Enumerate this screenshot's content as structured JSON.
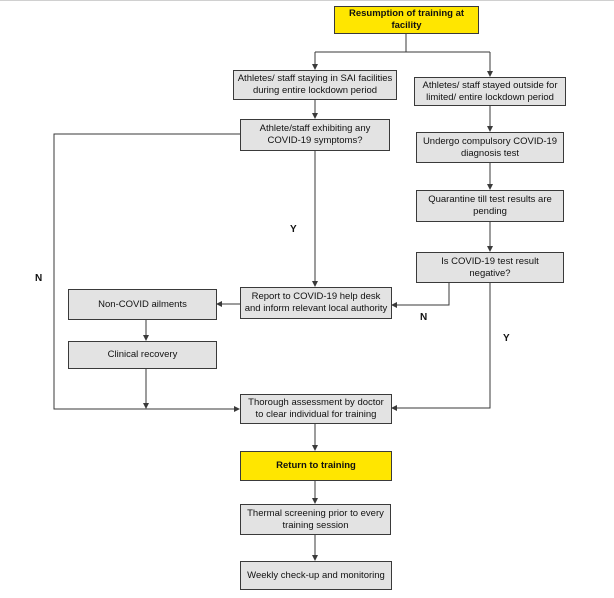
{
  "flowchart": {
    "nodes": {
      "start": "Resumption of training at facility",
      "in_sai": "Athletes/ staff staying in SAI facilities during entire lockdown period",
      "outside": "Athletes/ staff stayed outside for limited/ entire lockdown period",
      "symptoms": "Athlete/staff exhibiting any COVID-19 symptoms?",
      "test": "Undergo compulsory COVID-19 diagnosis test",
      "quarantine": "Quarantine till test results are pending",
      "negative": "Is COVID-19 test result negative?",
      "report": "Report to COVID-19 help desk and inform relevant local authority",
      "non_covid": "Non-COVID ailments",
      "recovery": "Clinical recovery",
      "assessment": "Thorough assessment by doctor to clear individual for training",
      "return": "Return to training",
      "thermal": "Thermal screening prior to every training session",
      "weekly": "Weekly check-up and monitoring"
    },
    "labels": {
      "symptoms_yes": "Y",
      "symptoms_no": "N",
      "negative_no": "N",
      "negative_yes": "Y"
    },
    "colors": {
      "box_fill": "#e3e3e3",
      "highlight_fill": "#ffe600",
      "stroke": "#3a3a3a"
    }
  }
}
